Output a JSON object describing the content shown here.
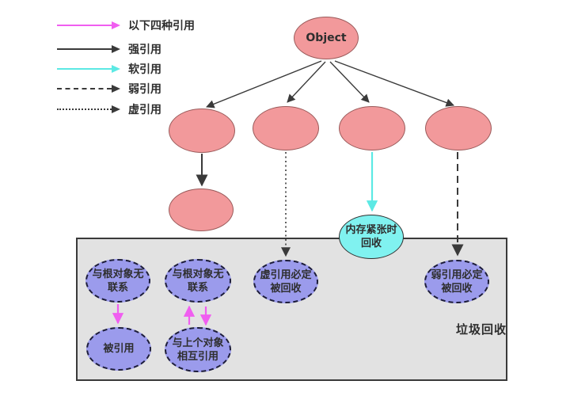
{
  "legend": {
    "items": [
      {
        "label": "以下四种引用",
        "style": "solid",
        "color": "#f05ef0"
      },
      {
        "label": "强引用",
        "style": "solid",
        "color": "#3a3a3a"
      },
      {
        "label": "软引用",
        "style": "solid",
        "color": "#5ce9e4"
      },
      {
        "label": "弱引用",
        "style": "dashed",
        "color": "#3a3a3a"
      },
      {
        "label": "虚引用",
        "style": "dotted",
        "color": "#3a3a3a"
      }
    ]
  },
  "nodes": {
    "object": {
      "label": "Object"
    },
    "memory_tight": {
      "lines": [
        "内存紧张时",
        "回收"
      ]
    },
    "no_root_link_1": {
      "lines": [
        "与根对象无",
        "联系"
      ]
    },
    "no_root_link_2": {
      "lines": [
        "与根对象无",
        "联系"
      ]
    },
    "phantom_collected": {
      "lines": [
        "虚引用必定",
        "被回收"
      ]
    },
    "weak_collected": {
      "lines": [
        "弱引用必定",
        "被回收"
      ]
    },
    "referenced": {
      "lines": [
        "被引用"
      ]
    },
    "mutual_reference": {
      "lines": [
        "与上个对象",
        "相互引用"
      ]
    }
  },
  "gc_box": {
    "label": "垃圾回收"
  },
  "colors": {
    "pink-fill": "#f2999b",
    "pink-stroke": "#9a5a5a",
    "purple-fill": "#9b9bec",
    "purple-stroke": "#1c1c3a",
    "cyan-fill": "#80f2f0",
    "cyan-stroke": "#2f2f2f",
    "magenta": "#f05ef0",
    "cyan-arrow": "#5ce9e4",
    "ink": "#3a3a3a",
    "box-fill": "#e2e2e2",
    "box-stroke": "#3a3a3a",
    "text": "#2e2e2e"
  }
}
